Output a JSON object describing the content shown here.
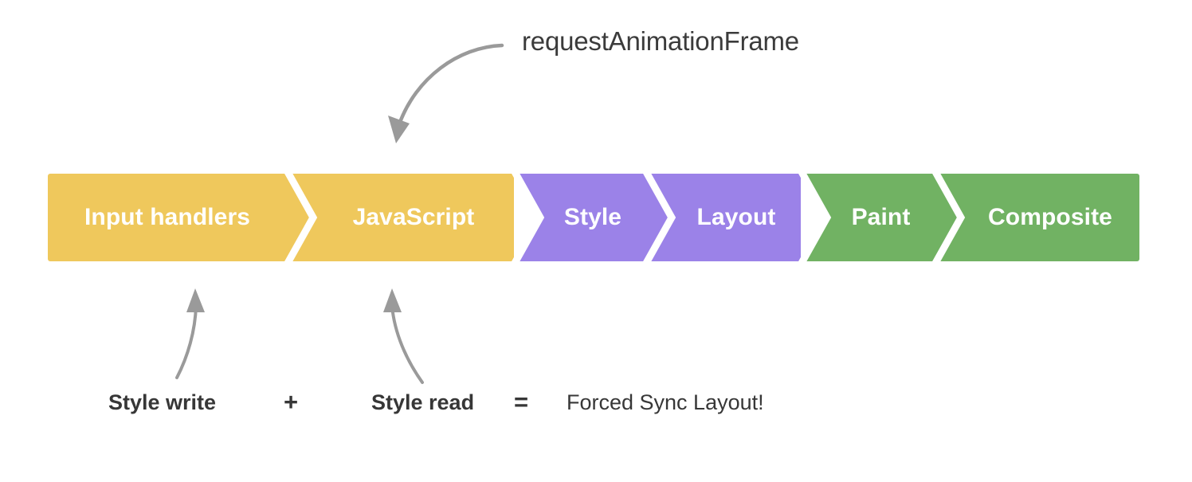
{
  "diagram": {
    "title_annotation": "requestAnimationFrame",
    "pipeline": {
      "stages": [
        {
          "label": "Input handlers",
          "color": "#EFC85C",
          "group": "script"
        },
        {
          "label": "JavaScript",
          "color": "#EFC85C",
          "group": "script"
        },
        {
          "label": "Style",
          "color": "#9B82E8",
          "group": "render"
        },
        {
          "label": "Layout",
          "color": "#9B82E8",
          "group": "render"
        },
        {
          "label": "Paint",
          "color": "#71B263",
          "group": "paint"
        },
        {
          "label": "Composite",
          "color": "#71B263",
          "group": "paint"
        }
      ],
      "label_color": "#FFFFFF",
      "separator_color": "#FFFFFF"
    },
    "equation": {
      "term_1": "Style write",
      "operator_1": "+",
      "term_2": "Style read",
      "operator_2": "=",
      "result": "Forced Sync Layout!"
    },
    "arrows": {
      "raf_arrow": "curved-arrow-down-left",
      "style_write_arrow": "curved-arrow-up",
      "style_read_arrow": "curved-arrow-up",
      "color": "#9A9A9A"
    }
  }
}
